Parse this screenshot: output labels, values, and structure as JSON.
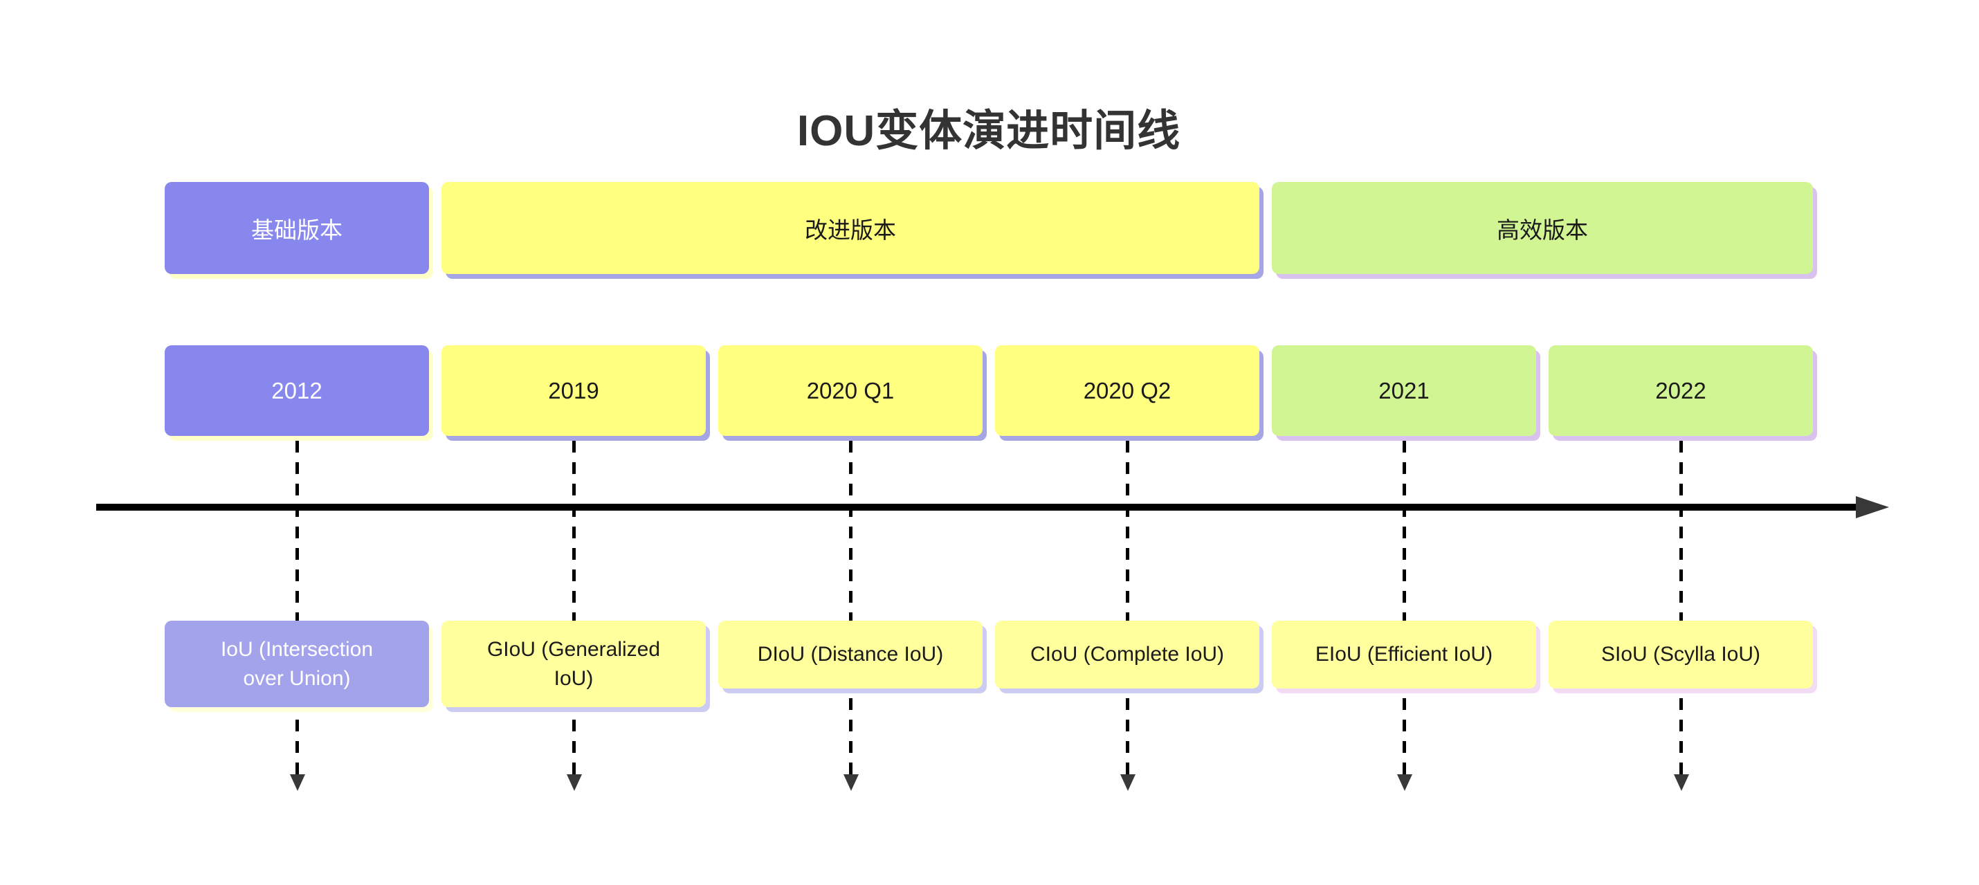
{
  "title": "IOU变体演进时间线",
  "sections": [
    {
      "label": "基础版本",
      "variant": "purple"
    },
    {
      "label": "改进版本",
      "variant": "yellow"
    },
    {
      "label": "高效版本",
      "variant": "green"
    }
  ],
  "years": [
    {
      "label": "2012",
      "variant": "purple",
      "section": "基础版本"
    },
    {
      "label": "2019",
      "variant": "yellow",
      "section": "改进版本"
    },
    {
      "label": "2020 Q1",
      "variant": "yellow",
      "section": "改进版本"
    },
    {
      "label": "2020 Q2",
      "variant": "yellow",
      "section": "改进版本"
    },
    {
      "label": "2021",
      "variant": "green",
      "section": "高效版本"
    },
    {
      "label": "2022",
      "variant": "green",
      "section": "高效版本"
    }
  ],
  "events": [
    {
      "label": "IoU (Intersection\nover Union)",
      "variant": "purple-light",
      "year": "2012"
    },
    {
      "label": "GIoU (Generalized\nIoU)",
      "variant": "yellow-light",
      "year": "2019"
    },
    {
      "label": "DIoU (Distance IoU)",
      "variant": "yellow-light",
      "year": "2020 Q1"
    },
    {
      "label": "CIoU (Complete IoU)",
      "variant": "yellow-light",
      "year": "2020 Q2"
    },
    {
      "label": "EIoU (Efficient IoU)",
      "variant": "yellow-pink",
      "year": "2021"
    },
    {
      "label": "SIoU (Scylla IoU)",
      "variant": "yellow-pink",
      "year": "2022"
    }
  ],
  "colors": {
    "section_basic_fill": "#8787ee",
    "section_improved_fill": "#ffff80",
    "section_efficient_fill": "#d2f593",
    "event_basic_fill": "#a3a3ec",
    "event_improved_fill": "#ffff9e",
    "shadow_under_purple": "#ffffc9",
    "shadow_under_yellow": "#a6a6e6",
    "shadow_under_green": "#d9c2ee",
    "shadow_under_iou_event": "#ffffdb",
    "shadow_under_improved_events": "#ccccf2",
    "shadow_under_efficient_events": "#f3daf5",
    "axis_line": "#000000",
    "arrowhead": "#383838",
    "title_text": "#333333",
    "dark_text": "#1a1a1a",
    "light_text": "#ffffff"
  }
}
